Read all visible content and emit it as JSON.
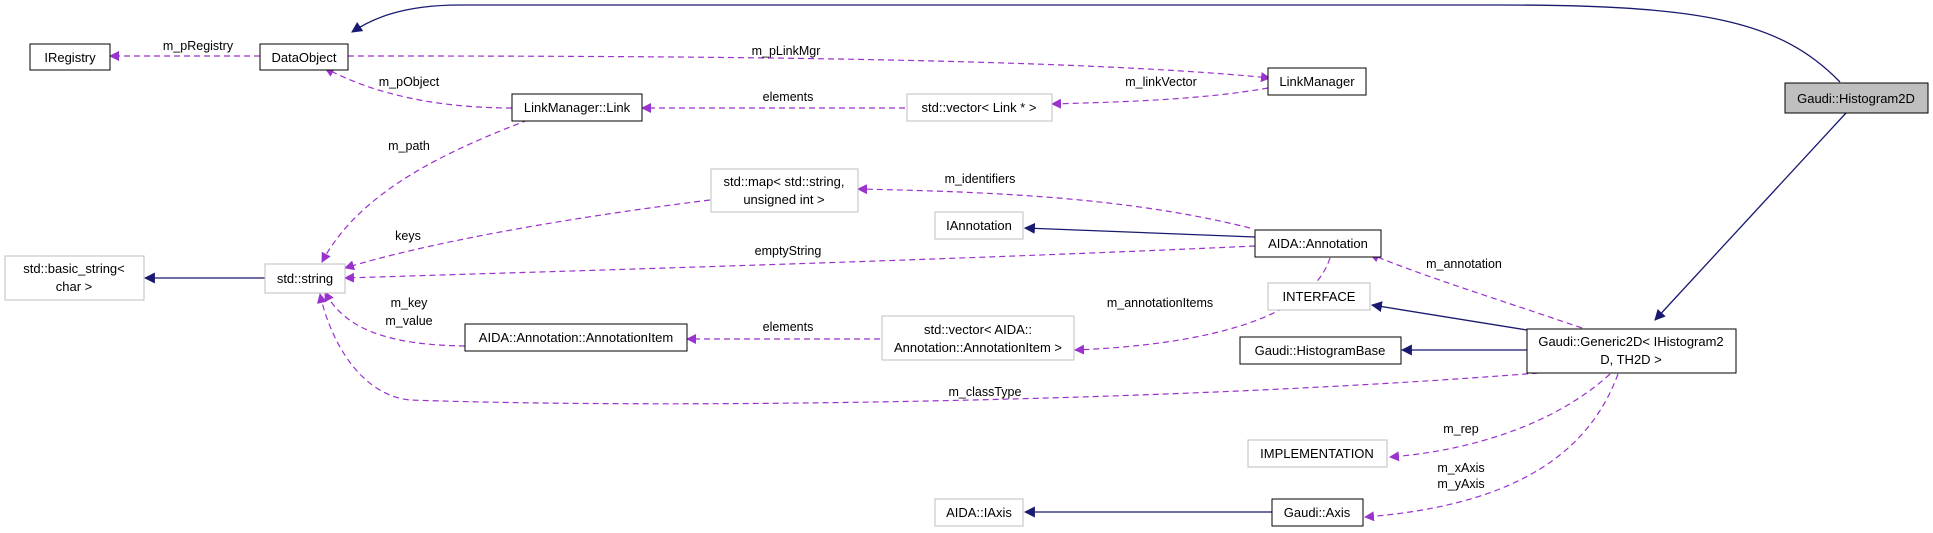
{
  "colors": {
    "inherit": "#191970",
    "usage": "#9a32cd",
    "documented_border": "#000000",
    "undocumented_border": "#bfbfbf",
    "focus_fill": "#bfbfbf",
    "node_fill": "#ffffff"
  },
  "nodes": {
    "histogram2d": {
      "label": "Gaudi::Histogram2D"
    },
    "dataobject": {
      "label": "DataObject"
    },
    "iregistry": {
      "label": "IRegistry"
    },
    "linkmanager": {
      "label": "LinkManager"
    },
    "linkmanager_link": {
      "label": "LinkManager::Link"
    },
    "vector_link": {
      "label": "std::vector< Link * >"
    },
    "std_map": {
      "line1": "std::map< std::string,",
      "line2": "unsigned int >"
    },
    "iannotation": {
      "label": "IAnnotation"
    },
    "aida_annotation": {
      "label": "AIDA::Annotation"
    },
    "basic_string": {
      "line1": "std::basic_string<",
      "line2": "char >"
    },
    "std_string": {
      "label": "std::string"
    },
    "interface": {
      "label": "INTERFACE"
    },
    "annotation_item": {
      "label": "AIDA::Annotation::AnnotationItem"
    },
    "vector_annotation_item": {
      "line1": "std::vector< AIDA::",
      "line2": "Annotation::AnnotationItem >"
    },
    "histogram_base": {
      "label": "Gaudi::HistogramBase"
    },
    "generic2d": {
      "line1": "Gaudi::Generic2D< IHistogram2",
      "line2": "D, TH2D >"
    },
    "implementation": {
      "label": "IMPLEMENTATION"
    },
    "aida_iaxis": {
      "label": "AIDA::IAxis"
    },
    "gaudi_axis": {
      "label": "Gaudi::Axis"
    }
  },
  "edge_labels": {
    "m_pRegistry": "m_pRegistry",
    "m_pLinkMgr": "m_pLinkMgr",
    "m_pObject": "m_pObject",
    "elements_link": "elements",
    "m_linkVector": "m_linkVector",
    "m_path": "m_path",
    "m_identifiers": "m_identifiers",
    "keys": "keys",
    "emptyString": "emptyString",
    "m_annotation": "m_annotation",
    "m_annotationItems": "m_annotationItems",
    "m_key": "m_key",
    "m_value": "m_value",
    "elements_items": "elements",
    "m_classType": "m_classType",
    "m_rep": "m_rep",
    "m_xAxis": "m_xAxis",
    "m_yAxis": "m_yAxis"
  }
}
